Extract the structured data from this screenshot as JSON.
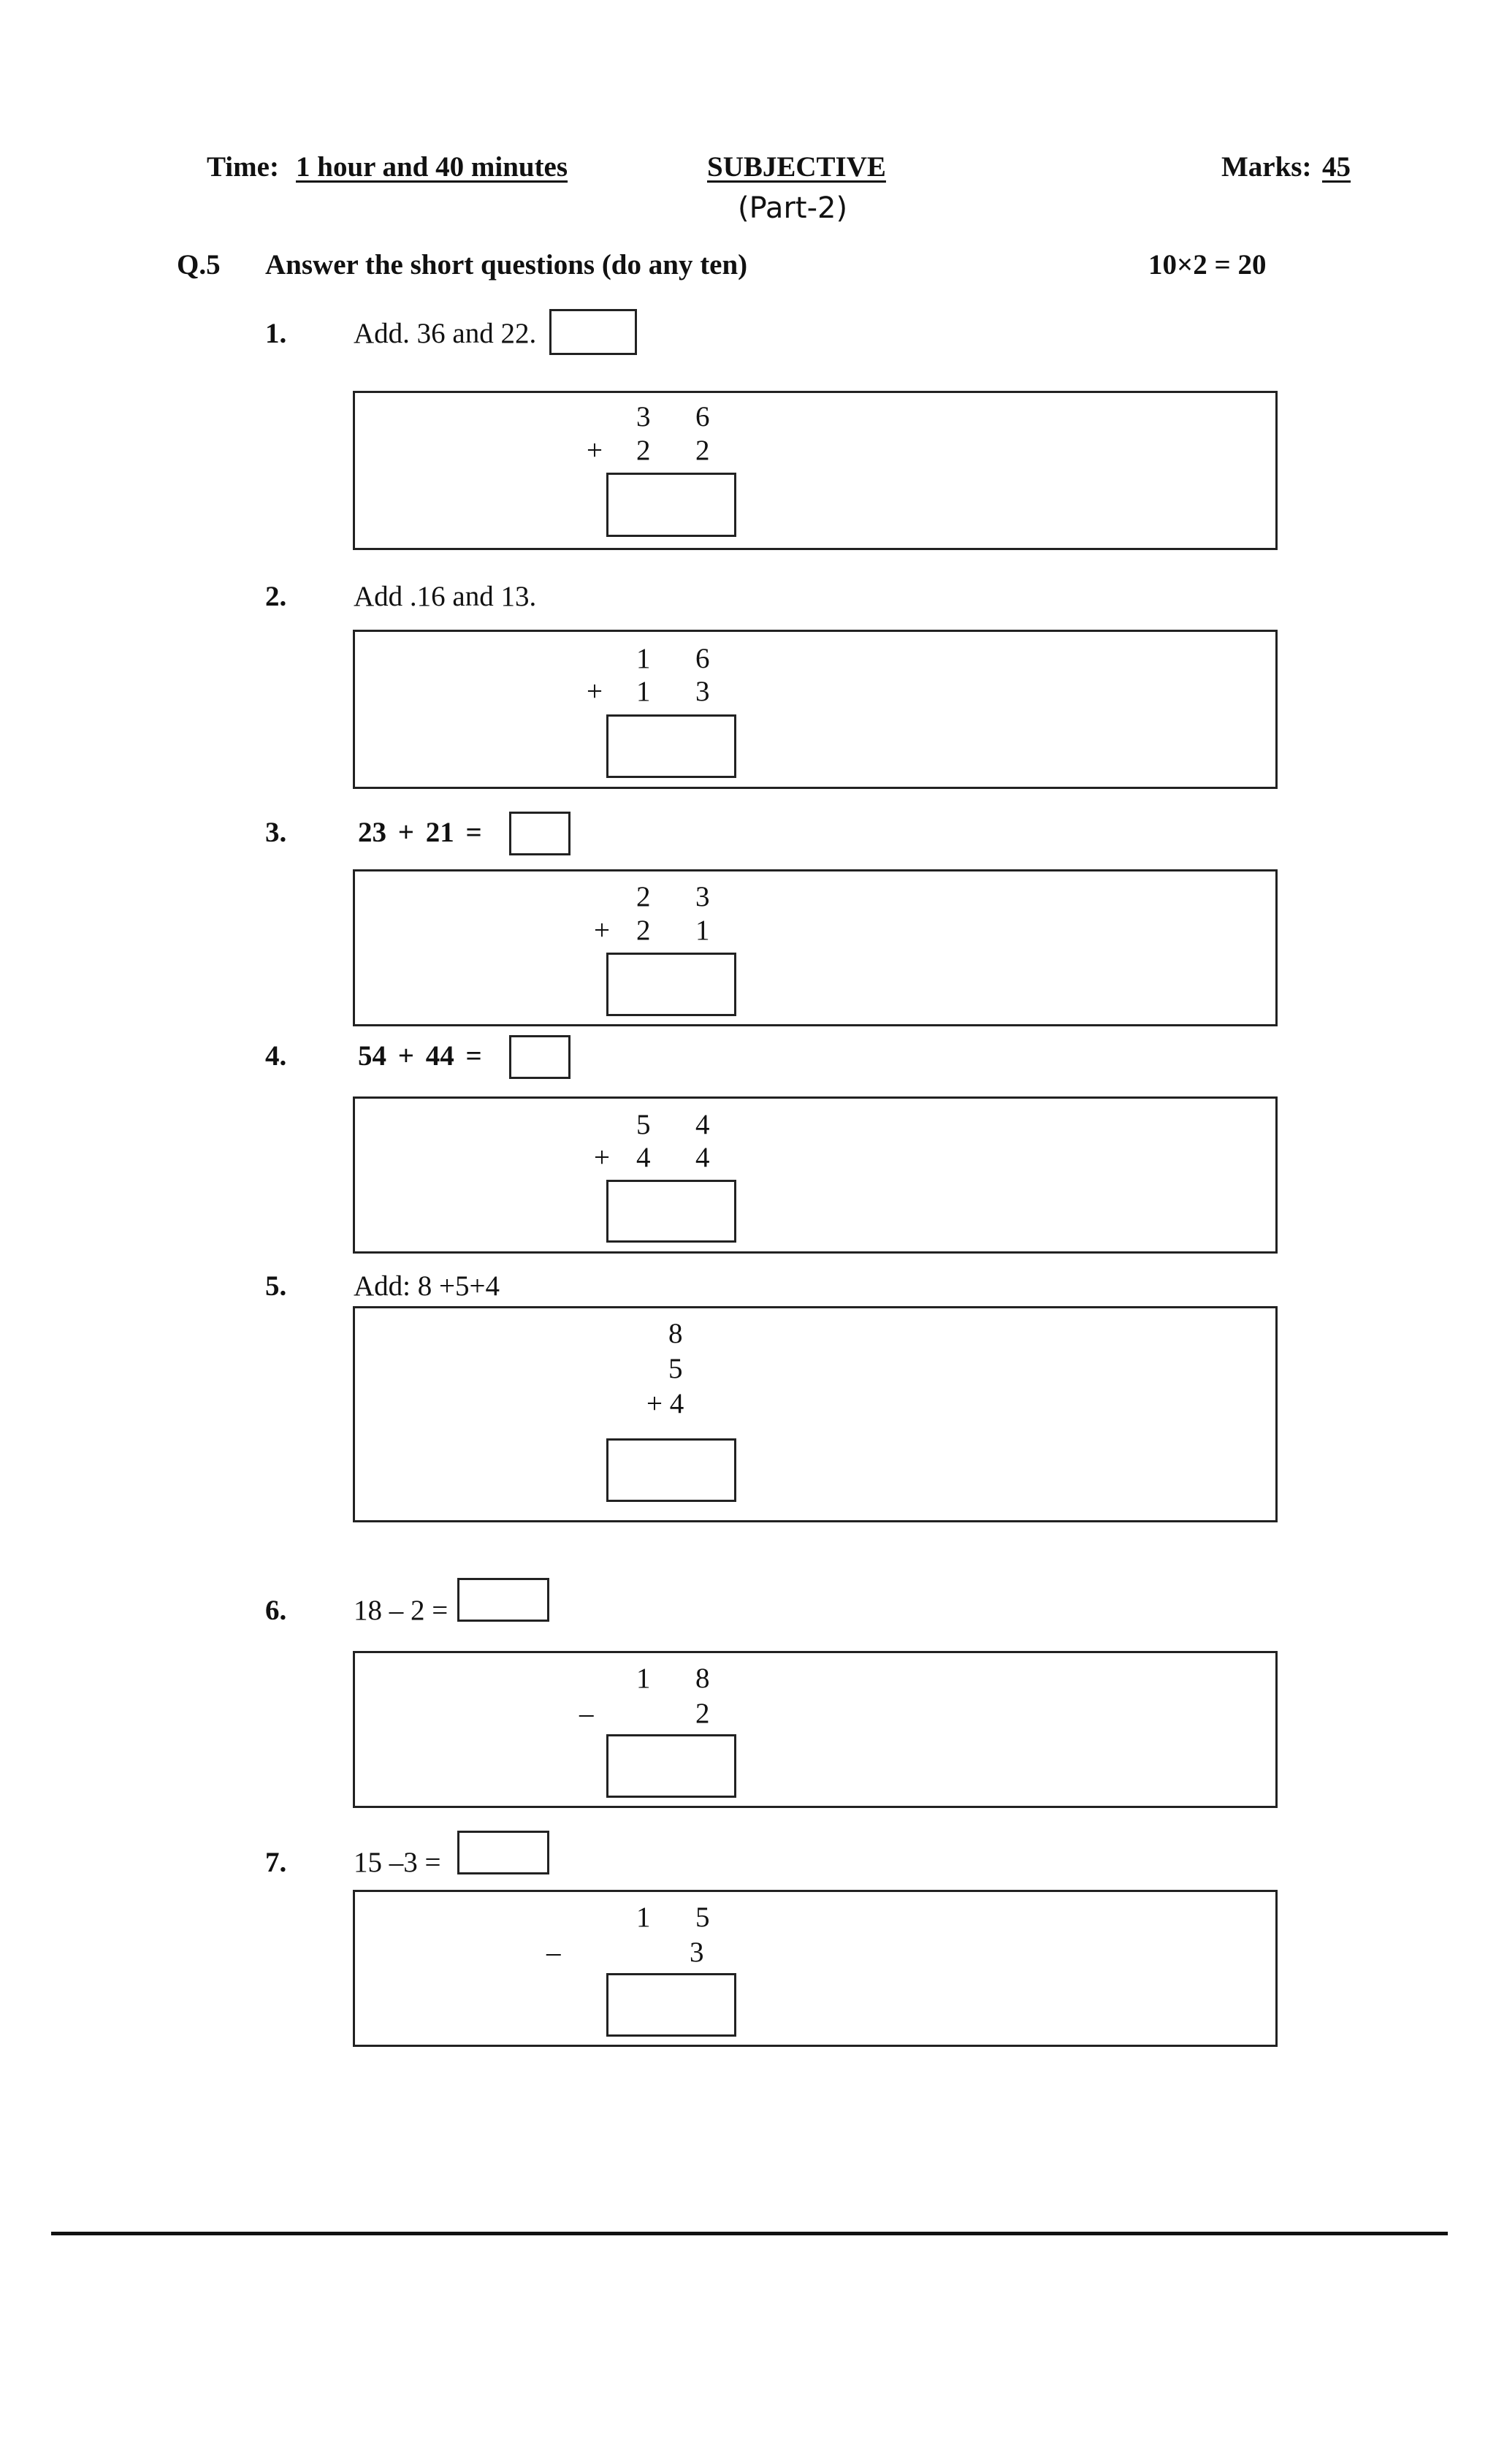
{
  "header": {
    "time_label": "Time:",
    "time_value": "1 hour and 40 minutes",
    "section_title": "SUBJECTIVE",
    "part_label": "(Part-2)",
    "marks_label": "Marks:",
    "marks_value": "45"
  },
  "question": {
    "number": "Q.5",
    "instruction": "Answer the short questions (do any ten)",
    "marks_formula": "10×2 = 20"
  },
  "items": [
    {
      "num": "1.",
      "prompt": "Add. 36 and 22.",
      "digits": {
        "top": [
          "3",
          "6"
        ],
        "op": "+",
        "bottom": [
          "2",
          "2"
        ]
      }
    },
    {
      "num": "2.",
      "prompt": "Add .16 and 13.",
      "digits": {
        "top": [
          "1",
          "6"
        ],
        "op": "+",
        "bottom": [
          "1",
          "3"
        ]
      }
    },
    {
      "num": "3.",
      "prompt": "23 + 21 =",
      "digits": {
        "top": [
          "2",
          "3"
        ],
        "op": "+",
        "bottom": [
          "2",
          "1"
        ]
      }
    },
    {
      "num": "4.",
      "prompt": "54 + 44 =",
      "digits": {
        "top": [
          "5",
          "4"
        ],
        "op": "+",
        "bottom": [
          "4",
          "4"
        ]
      }
    },
    {
      "num": "5.",
      "prompt": "Add: 8 +5+4",
      "digits": {
        "line1": "8",
        "line2": "5",
        "line3": "+ 4"
      }
    },
    {
      "num": "6.",
      "prompt": "18 – 2 =",
      "digits": {
        "top": [
          "1",
          "8"
        ],
        "op": "–",
        "bottom": [
          "",
          "2"
        ]
      }
    },
    {
      "num": "7.",
      "prompt": "15 –3 =",
      "digits": {
        "top": [
          "1",
          "5"
        ],
        "op": "–",
        "bottom": [
          "",
          "3"
        ]
      }
    }
  ]
}
